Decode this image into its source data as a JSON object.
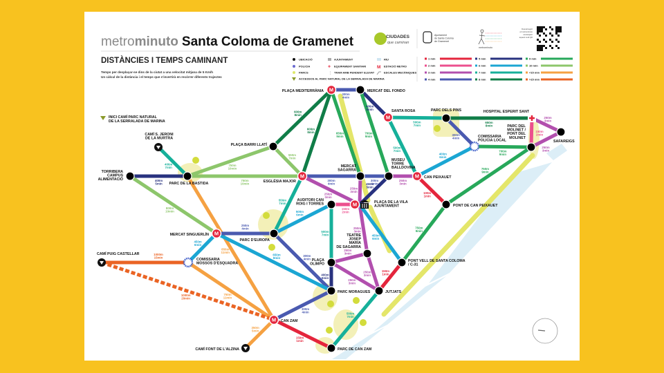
{
  "header": {
    "brand_light": "metro",
    "brand_bold": "minuto",
    "city": "Santa Coloma de Gramenet",
    "subtitle": "DISTÀNCIES I TEMPS CAMINANT",
    "desc_1": "Temps per desplaçar-se dins de la ciutat a una velocitat mitjana de 5 Km/h",
    "desc_2": "Un càlcul de la distància i el temps que s'invertirà en recórrer diferents trajectes"
  },
  "logos": {
    "ciudades_1": "CIUDADES",
    "ciudades_2": "que caminan",
    "ajuntament": [
      "Ajuntament",
      "de Santa Coloma",
      "de Gramenet"
    ],
    "metrominuto": "metrominuto",
    "download": [
      "Descarrega't",
      "el metrominuto",
      "escanejant",
      "aquest codi QR"
    ]
  },
  "legend_symbols": {
    "location": "UBICACIÓ",
    "police": "POLICIA",
    "parks": "PARCS",
    "access": "ACCESSOS AL PARC NATURAL DE LA SERRALADA DE MARINA",
    "townhall": "AJUNTAMENT",
    "health": "EQUIPAMENT SANITARI",
    "steep": "TRAM AMB PENDENT ELEVAT",
    "river": "RIU",
    "metro": "ESTACIÓ METRO",
    "escalators": "ESCALES MECÀNIQUES"
  },
  "legend_times": [
    {
      "key": "1",
      "label": "1 min",
      "color": "#E4253C"
    },
    {
      "key": "2",
      "label": "2 min",
      "color": "#EC4F8E"
    },
    {
      "key": "3",
      "label": "3 min",
      "color": "#B24FAE"
    },
    {
      "key": "4",
      "label": "4 min",
      "color": "#4A5AB0"
    },
    {
      "key": "5",
      "label": "5 min",
      "color": "#28327F"
    },
    {
      "key": "6",
      "label": "6 min",
      "color": "#1BA6D3"
    },
    {
      "key": "7",
      "label": "7 min",
      "color": "#16B09A"
    },
    {
      "key": "8",
      "label": "8 min",
      "color": "#107D48"
    },
    {
      "key": "9",
      "label": "9 min",
      "color": "#27A85A"
    },
    {
      "key": "10",
      "label": "10 min",
      "color": "#8DC66B"
    },
    {
      "key": "lt15",
      "label": "<15 min",
      "color": "#F5A142"
    },
    {
      "key": "gt15",
      "label": ">15 min",
      "color": "#EA6424"
    }
  ],
  "trail_note": [
    "INICI CAMÍ PARC NATURAL",
    "DE LA SERRALADA DE MARINA"
  ],
  "stations": {
    "pm": {
      "name": "PLAÇA MEDITERRÀNIA",
      "type": "metro"
    },
    "fondo": {
      "name": "MERCAT DEL FONDO",
      "type": "stop"
    },
    "srosa": {
      "name": "SANTA ROSA",
      "type": "metro"
    },
    "pins": {
      "name": "PARC DELS PINS",
      "type": "stop"
    },
    "hosp": {
      "name": "HOSPITAL ESPERIT SANT",
      "type": "health"
    },
    "saf": {
      "name": "SAFAREIGS",
      "type": "stop"
    },
    "moli": {
      "name": "PARC DEL\nMOLINET /\nPONT DEL\nMOLINET",
      "type": "stop"
    },
    "comis": {
      "name": "COMISSARIA\nPOLICIA LOCAL",
      "type": "police"
    },
    "canpx": {
      "name": "CAN PEIXAUET",
      "type": "metro"
    },
    "museu": {
      "name": "MUSEU\nTORRE\nBALLDOVINA",
      "type": "stop"
    },
    "sagarra": {
      "name": "MERCAT\nSAGARRA",
      "type": "stop"
    },
    "esgl": {
      "name": "ESGLÉSIA MAJOR",
      "type": "metro"
    },
    "barri": {
      "name": "PLAÇA BARRI LLATÍ",
      "type": "stop"
    },
    "bastida": {
      "name": "PARC DE LA BASTIDA",
      "type": "stop"
    },
    "torri": {
      "name": "TORRIBERA\nCAMPUS\nALIMENTACIÓ",
      "type": "stop"
    },
    "jeroni": {
      "name": "CAMÍ S. JERONI\nDE LA MURTRA",
      "type": "trail"
    },
    "auditori": {
      "name": "AUDITORI CAN\nROIG I TORRES",
      "type": "stop"
    },
    "vila": {
      "name": "PLAÇA DE LA VILA\nAJUNTAMENT",
      "type": "townhall"
    },
    "pcp": {
      "name": "PONT DE CAN PEIXAUET",
      "type": "stop"
    },
    "sing": {
      "name": "MERCAT SINGUERLÍN",
      "type": "metro"
    },
    "europa": {
      "name": "PARC D'EUROPA",
      "type": "stop"
    },
    "mossos": {
      "name": "COMISSARIA\nMOSSOS D'ESQUADRA",
      "type": "police"
    },
    "puig": {
      "name": "CAMÍ PUIG CASTELLAR",
      "type": "trail"
    },
    "teatre": {
      "name": "TEATRE\nJOSEP\nMARIA\nDE SAGARRA",
      "type": "stop"
    },
    "olimpo": {
      "name": "PLAÇA\nOLIMPO",
      "type": "stop"
    },
    "pontvell": {
      "name": "PONT VELL DE SANTA COLOMA\n/ C-31",
      "type": "stop"
    },
    "moragues": {
      "name": "PARC MORAGUES",
      "type": "stop"
    },
    "jutjats": {
      "name": "JUTJATS",
      "type": "stop"
    },
    "canzam": {
      "name": "CAN ZAM",
      "type": "metro"
    },
    "font": {
      "name": "CAMÍ FONT DE L'ALZINA",
      "type": "trail"
    },
    "pcz": {
      "name": "PARC DE CAN ZAM",
      "type": "stop"
    }
  },
  "edges": [
    {
      "a": "pm",
      "b": "fondo",
      "dist": "300m",
      "time": "4min",
      "c": "4"
    },
    {
      "a": "fondo",
      "b": "srosa",
      "dist": "400m",
      "time": "5min",
      "c": "5"
    },
    {
      "a": "pm",
      "b": "barri",
      "dist": "600m",
      "time": "8min",
      "c": "8"
    },
    {
      "a": "pm",
      "b": "esgl",
      "dist": "600m",
      "time": "8min",
      "c": "8"
    },
    {
      "a": "pm",
      "b": "sagarra",
      "dist": "650m",
      "time": "9min",
      "c": "9"
    },
    {
      "a": "fondo",
      "b": "museu",
      "dist": "700m",
      "time": "9min",
      "c": "9"
    },
    {
      "a": "srosa",
      "b": "pins",
      "dist": "500m",
      "time": "7min",
      "c": "7"
    },
    {
      "a": "pins",
      "b": "hosp",
      "dist": "650m",
      "time": "8min",
      "c": "8"
    },
    {
      "a": "srosa",
      "b": "canpx",
      "dist": "500m",
      "time": "7min",
      "c": "7"
    },
    {
      "a": "pins",
      "b": "comis",
      "dist": "300m",
      "time": "4min",
      "c": "4"
    },
    {
      "a": "comis",
      "b": "moli",
      "dist": "700m",
      "time": "9min",
      "c": "9"
    },
    {
      "a": "comis",
      "b": "canpx",
      "dist": "400m",
      "time": "6min",
      "c": "6"
    },
    {
      "a": "hosp",
      "b": "saf",
      "dist": "250m",
      "time": "3min",
      "c": "3"
    },
    {
      "a": "hosp",
      "b": "moli",
      "dist": "150m",
      "time": "2min",
      "c": "2"
    },
    {
      "a": "moli",
      "b": "saf",
      "dist": "250m",
      "time": "3min",
      "c": "3"
    },
    {
      "a": "moli",
      "b": "pcp",
      "dist": "750m",
      "time": "9min",
      "c": "9"
    },
    {
      "a": "esgl",
      "b": "sagarra",
      "dist": "300m",
      "time": "4min",
      "c": "4"
    },
    {
      "a": "sagarra",
      "b": "museu",
      "dist": "300m",
      "time": "4min",
      "c": "4"
    },
    {
      "a": "museu",
      "b": "canpx",
      "dist": "250m",
      "time": "3min",
      "c": "3"
    },
    {
      "a": "canpx",
      "b": "pcp",
      "dist": "100m",
      "time": "1min",
      "c": "1"
    },
    {
      "a": "esgl",
      "b": "barri",
      "dist": "550m",
      "time": "7min",
      "c": "10"
    },
    {
      "a": "bastida",
      "b": "barri",
      "dist": "750m",
      "time": "10min",
      "c": "10"
    },
    {
      "a": "bastida",
      "b": "esgl",
      "dist": "750m",
      "time": "10min",
      "c": "10"
    },
    {
      "a": "torri",
      "b": "bastida",
      "dist": "400m",
      "time": "5min",
      "c": "5"
    },
    {
      "a": "jeroni",
      "b": "bastida",
      "dist": "400m",
      "time": "7min",
      "c": "7"
    },
    {
      "a": "bastida",
      "b": "canzam",
      "dist": "850m",
      "time": "11min",
      "c": "lt15"
    },
    {
      "a": "torri",
      "b": "sing",
      "dist": "800m",
      "time": "10min",
      "c": "10"
    },
    {
      "a": "esgl",
      "b": "europa",
      "dist": "550m",
      "time": "7min",
      "c": "7"
    },
    {
      "a": "esgl",
      "b": "vila",
      "dist": "250m",
      "time": "3min",
      "c": "3"
    },
    {
      "a": "sagarra",
      "b": "vila",
      "dist": "250m",
      "time": "3min",
      "c": "3"
    },
    {
      "a": "museu",
      "b": "vila",
      "dist": "450m",
      "time": "5min",
      "c": "5"
    },
    {
      "a": "auditori",
      "b": "vila",
      "dist": "150m",
      "time": "2min",
      "c": "2"
    },
    {
      "a": "auditori",
      "b": "europa",
      "dist": "500m",
      "time": "6min",
      "c": "6"
    },
    {
      "a": "auditori",
      "b": "olimpo",
      "dist": "500m",
      "time": "7min",
      "c": "7"
    },
    {
      "a": "vila",
      "b": "teatre",
      "dist": "250m",
      "time": "3min",
      "c": "3"
    },
    {
      "a": "vila",
      "b": "pontvell",
      "dist": "450m",
      "time": "6min",
      "c": "6"
    },
    {
      "a": "teatre",
      "b": "olimpo",
      "dist": "250m",
      "time": "3min",
      "c": "3"
    },
    {
      "a": "teatre",
      "b": "jutjats",
      "dist": "250m",
      "time": "3min",
      "c": "3"
    },
    {
      "a": "olimpo",
      "b": "jutjats",
      "dist": "250m",
      "time": "3min",
      "c": "3"
    },
    {
      "a": "olimpo",
      "b": "moragues",
      "dist": "400m",
      "time": "5min",
      "c": "5"
    },
    {
      "a": "pcp",
      "b": "pontvell",
      "dist": "750m",
      "time": "9min",
      "c": "9"
    },
    {
      "a": "pontvell",
      "b": "jutjats",
      "dist": "150m",
      "time": "1min",
      "c": "1"
    },
    {
      "a": "jutjats",
      "b": "pcz",
      "dist": "500m",
      "time": "7min",
      "c": "7"
    },
    {
      "a": "moragues",
      "b": "europa",
      "dist": "300m",
      "time": "4min",
      "c": "4"
    },
    {
      "a": "moragues",
      "b": "sing",
      "dist": "650m",
      "time": "8min",
      "c": "6"
    },
    {
      "a": "sing",
      "b": "europa",
      "dist": "250m",
      "time": "4min",
      "c": "4"
    },
    {
      "a": "sing",
      "b": "mossos",
      "dist": "450m",
      "time": "6min",
      "c": "6"
    },
    {
      "a": "mossos",
      "b": "puig",
      "dist": "1000m",
      "time": "15min",
      "c": "gt15"
    },
    {
      "a": "mossos",
      "b": "canzam",
      "dist": "750m",
      "time": "11min",
      "c": "lt15"
    },
    {
      "a": "puig",
      "b": "canzam",
      "dist": "1000m",
      "time": "20min",
      "c": "gt15",
      "dashed": true
    },
    {
      "a": "canzam",
      "b": "moragues",
      "dist": "300m",
      "time": "4min",
      "c": "4"
    },
    {
      "a": "canzam",
      "b": "pcz",
      "dist": "150m",
      "time": "1min",
      "c": "1"
    },
    {
      "a": "canzam",
      "b": "font",
      "dist": "350m",
      "time": "5min",
      "c": "lt15"
    }
  ]
}
